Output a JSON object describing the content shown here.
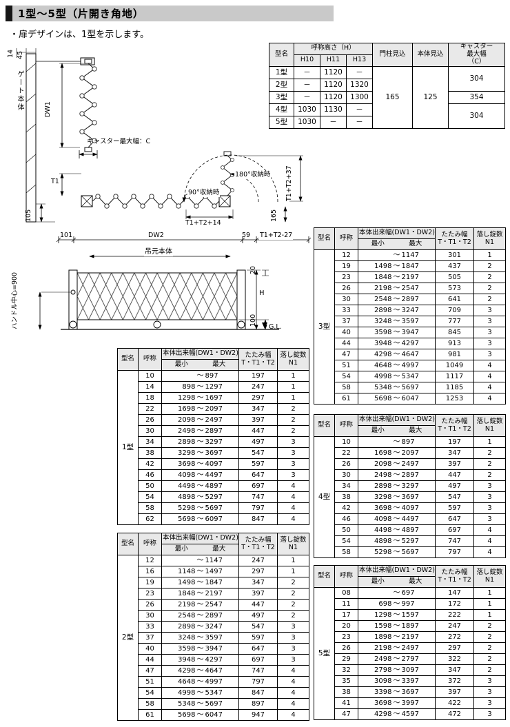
{
  "page": {
    "title": "1型〜5型（片開き角地）",
    "note": "・扉デザインは、1型を示します。"
  },
  "spec_table": {
    "header": {
      "model": "型名",
      "height": "呼称高さ（H）",
      "h_cols": [
        "H10",
        "H11",
        "H13"
      ],
      "pillar": "門柱見込",
      "body": "本体見込",
      "caster_l1": "キャスター",
      "caster_l2": "最大幅",
      "caster_l3": "（C）"
    },
    "rows": [
      {
        "model": "1型",
        "h10": "－",
        "h11": "1120",
        "h13": "－"
      },
      {
        "model": "2型",
        "h10": "－",
        "h11": "1120",
        "h13": "1320"
      },
      {
        "model": "3型",
        "h10": "－",
        "h11": "1120",
        "h13": "1300"
      },
      {
        "model": "4型",
        "h10": "1030",
        "h11": "1130",
        "h13": "－"
      },
      {
        "model": "5型",
        "h10": "1030",
        "h11": "－",
        "h13": "－"
      }
    ],
    "pillar_value": "165",
    "body_value": "125",
    "caster_values": [
      "304",
      "354",
      "304"
    ]
  },
  "size_table_headers": {
    "model": "型名",
    "name": "呼称",
    "width": "本体出来幅(DW1・DW2)",
    "min": "最小",
    "max": "最大",
    "tilde": "～",
    "fold_line1": "たたみ幅",
    "fold_line2": "T・T1・T2",
    "locks_line1": "落し錠数",
    "locks_line2": "N1"
  },
  "size_tables": [
    {
      "model": "1型",
      "rows": [
        [
          "10",
          "",
          "897",
          "197",
          "1"
        ],
        [
          "14",
          "898",
          "1297",
          "247",
          "1"
        ],
        [
          "18",
          "1298",
          "1697",
          "297",
          "1"
        ],
        [
          "22",
          "1698",
          "2097",
          "347",
          "2"
        ],
        [
          "26",
          "2098",
          "2497",
          "397",
          "2"
        ],
        [
          "30",
          "2498",
          "2897",
          "447",
          "2"
        ],
        [
          "34",
          "2898",
          "3297",
          "497",
          "3"
        ],
        [
          "38",
          "3298",
          "3697",
          "547",
          "3"
        ],
        [
          "42",
          "3698",
          "4097",
          "597",
          "3"
        ],
        [
          "46",
          "4098",
          "4497",
          "647",
          "3"
        ],
        [
          "50",
          "4498",
          "4897",
          "697",
          "4"
        ],
        [
          "54",
          "4898",
          "5297",
          "747",
          "4"
        ],
        [
          "58",
          "5298",
          "5697",
          "797",
          "4"
        ],
        [
          "62",
          "5698",
          "6097",
          "847",
          "4"
        ]
      ]
    },
    {
      "model": "2型",
      "rows": [
        [
          "12",
          "",
          "1147",
          "247",
          "1"
        ],
        [
          "16",
          "1148",
          "1497",
          "297",
          "1"
        ],
        [
          "19",
          "1498",
          "1847",
          "347",
          "2"
        ],
        [
          "23",
          "1848",
          "2197",
          "397",
          "2"
        ],
        [
          "26",
          "2198",
          "2547",
          "447",
          "2"
        ],
        [
          "30",
          "2548",
          "2897",
          "497",
          "2"
        ],
        [
          "33",
          "2898",
          "3247",
          "547",
          "3"
        ],
        [
          "37",
          "3248",
          "3597",
          "597",
          "3"
        ],
        [
          "40",
          "3598",
          "3947",
          "647",
          "3"
        ],
        [
          "44",
          "3948",
          "4297",
          "697",
          "3"
        ],
        [
          "47",
          "4298",
          "4647",
          "747",
          "4"
        ],
        [
          "51",
          "4648",
          "4997",
          "797",
          "4"
        ],
        [
          "54",
          "4998",
          "5347",
          "847",
          "4"
        ],
        [
          "58",
          "5348",
          "5697",
          "897",
          "4"
        ],
        [
          "61",
          "5698",
          "6047",
          "947",
          "4"
        ]
      ]
    },
    {
      "model": "3型",
      "rows": [
        [
          "12",
          "",
          "1147",
          "301",
          "1"
        ],
        [
          "19",
          "1498",
          "1847",
          "437",
          "2"
        ],
        [
          "23",
          "1848",
          "2197",
          "505",
          "2"
        ],
        [
          "26",
          "2198",
          "2547",
          "573",
          "2"
        ],
        [
          "30",
          "2548",
          "2897",
          "641",
          "2"
        ],
        [
          "33",
          "2898",
          "3247",
          "709",
          "3"
        ],
        [
          "37",
          "3248",
          "3597",
          "777",
          "3"
        ],
        [
          "40",
          "3598",
          "3947",
          "845",
          "3"
        ],
        [
          "44",
          "3948",
          "4297",
          "913",
          "3"
        ],
        [
          "47",
          "4298",
          "4647",
          "981",
          "3"
        ],
        [
          "51",
          "4648",
          "4997",
          "1049",
          "4"
        ],
        [
          "54",
          "4998",
          "5347",
          "1117",
          "4"
        ],
        [
          "58",
          "5348",
          "5697",
          "1185",
          "4"
        ],
        [
          "61",
          "5698",
          "6047",
          "1253",
          "4"
        ]
      ]
    },
    {
      "model": "4型",
      "rows": [
        [
          "10",
          "",
          "897",
          "197",
          "1"
        ],
        [
          "22",
          "1698",
          "2097",
          "347",
          "2"
        ],
        [
          "26",
          "2098",
          "2497",
          "397",
          "2"
        ],
        [
          "30",
          "2498",
          "2897",
          "447",
          "2"
        ],
        [
          "34",
          "2898",
          "3297",
          "497",
          "3"
        ],
        [
          "38",
          "3298",
          "3697",
          "547",
          "3"
        ],
        [
          "42",
          "3698",
          "4097",
          "597",
          "3"
        ],
        [
          "46",
          "4098",
          "4497",
          "647",
          "3"
        ],
        [
          "50",
          "4498",
          "4897",
          "697",
          "4"
        ],
        [
          "54",
          "4898",
          "5297",
          "747",
          "4"
        ],
        [
          "58",
          "5298",
          "5697",
          "797",
          "4"
        ]
      ]
    },
    {
      "model": "5型",
      "rows": [
        [
          "08",
          "",
          "697",
          "147",
          "1"
        ],
        [
          "11",
          "698",
          "997",
          "172",
          "1"
        ],
        [
          "17",
          "1298",
          "1597",
          "222",
          "1"
        ],
        [
          "20",
          "1598",
          "1897",
          "247",
          "2"
        ],
        [
          "23",
          "1898",
          "2197",
          "272",
          "2"
        ],
        [
          "26",
          "2198",
          "2497",
          "297",
          "2"
        ],
        [
          "29",
          "2498",
          "2797",
          "322",
          "2"
        ],
        [
          "32",
          "2798",
          "3097",
          "347",
          "2"
        ],
        [
          "35",
          "3098",
          "3397",
          "372",
          "3"
        ],
        [
          "38",
          "3398",
          "3697",
          "397",
          "3"
        ],
        [
          "41",
          "3698",
          "3997",
          "422",
          "3"
        ],
        [
          "47",
          "4298",
          "4597",
          "472",
          "3"
        ]
      ]
    }
  ],
  "drawing": {
    "dim14": "14",
    "dim45": "45",
    "gate_body": "ゲート本体",
    "dw1": "DW1",
    "caster": "キャスター最大幅：C",
    "t1": "T1",
    "dim105": "105",
    "deg90": "90°収納時",
    "deg180": "180°収納時",
    "t1t2p14": "T1+T2+14",
    "t1t2p37": "T1+T2+37",
    "dim165": "165",
    "dim101": "101",
    "dw2": "DW2",
    "dim59": "59",
    "t1t2m27": "T1+T2-27",
    "hanging_body": "吊元本体",
    "handle": "ハンドル中心=900",
    "h": "H",
    "dim20": "20",
    "dim100": "100",
    "gl": "G.L."
  }
}
